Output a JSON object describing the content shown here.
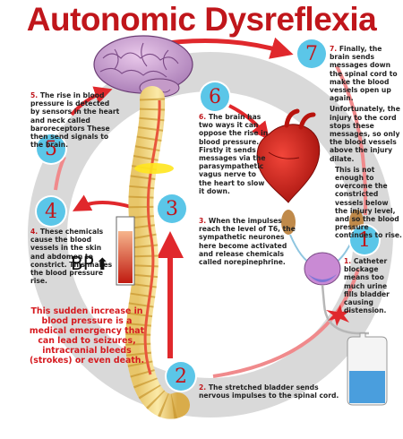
{
  "title": "Autonomic Dysreflexia",
  "steps": [
    {
      "num": "1",
      "label_num": "1.",
      "text": "Catheter blockage means too much urine fills bladder causing distension."
    },
    {
      "num": "2",
      "label_num": "2.",
      "text": "The stretched bladder sends nervous impulses to the spinal cord."
    },
    {
      "num": "3",
      "label_num": "3.",
      "text": "When the impulses reach the level of T6, the sympathetic neurones here become activated and release chemicals called norepinephrine."
    },
    {
      "num": "4",
      "label_num": "4.",
      "text": "These chemicals cause the blood vessels in the skin and abdomen to constrict. This makes the blood pressure rise."
    },
    {
      "num": "5",
      "label_num": "5.",
      "text": "The rise in blood pressure is detected by sensors in the heart and neck called baroreceptors These then send signals to the brain."
    },
    {
      "num": "6",
      "label_num": "6.",
      "text": "The brain has two ways it can oppose the rise in blood pressure. Firstly it sends messages via the parasympathetic vagus nerve to the heart to slow it down."
    },
    {
      "num": "7",
      "label_num": "7.",
      "text": "Finally, the brain sends messages down the spinal cord to make the blood vessels open up again.",
      "text2": "Unfortunately, the injury to the cord stops these messages, so only the blood vessels above the injury dilate.",
      "text3": "This is not enough to overcome the constricted vessels below the injury level, and so the blood pressure continues to rise."
    }
  ],
  "bp_label": "BP",
  "bp_arrow": "⬆",
  "warning": "This sudden increase in blood pressure is a medical emergency that can lead to seizures, intracranial bleeds (strokes) or even death.",
  "colors": {
    "title": "#c0161b",
    "circle": "#5bc6e8",
    "ring": "#d2d2d2",
    "arrow": "#e0282c"
  },
  "icons": [
    "brain-icon",
    "heart-icon",
    "spine-icon",
    "kidney-bladder-icon",
    "catheter-bag-icon",
    "blockage-star-icon",
    "bp-thermometer-icon"
  ]
}
